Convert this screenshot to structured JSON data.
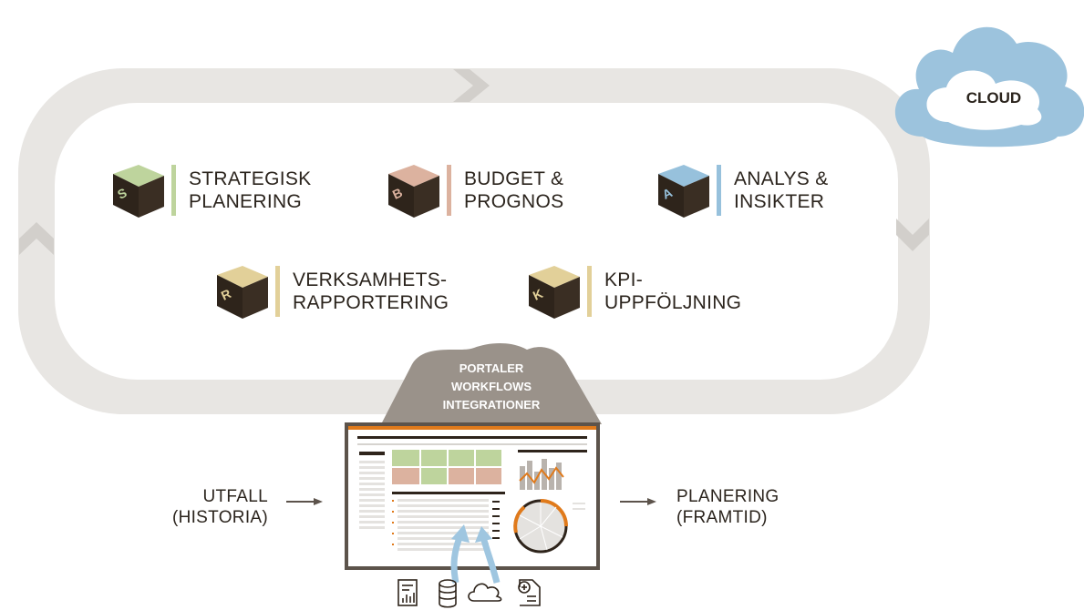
{
  "cloud": {
    "label": "CLOUD",
    "color": "#9cc3dd"
  },
  "cycle": {
    "color": "#e8e6e3",
    "arrow_color": "#d2cfcb"
  },
  "portal": {
    "lines": [
      "PORTALER",
      "WORKFLOWS",
      "INTEGRATIONER"
    ],
    "color": "#9a928a"
  },
  "modules": [
    {
      "letter": "S",
      "lines": [
        "STRATEGISK",
        "PLANERING"
      ],
      "color": "#bed49d"
    },
    {
      "letter": "B",
      "lines": [
        "BUDGET &",
        "PROGNOS"
      ],
      "color": "#dcb29f"
    },
    {
      "letter": "A",
      "lines": [
        "ANALYS &",
        "INSIKTER"
      ],
      "color": "#97c1dc"
    },
    {
      "letter": "R",
      "lines": [
        "VERKSAMHETS-",
        "RAPPORTERING"
      ],
      "color": "#e2d099"
    },
    {
      "letter": "K",
      "lines": [
        "KPI-",
        "UPPFÖLJNING"
      ],
      "color": "#e2d099"
    }
  ],
  "flow": {
    "input_lines": [
      "UTFALL",
      "(HISTORIA)"
    ],
    "output_lines": [
      "PLANERING",
      "(FRAMTID)"
    ]
  },
  "colors": {
    "dark": "#2e241b",
    "accent": "#e07a1b",
    "frame": "#5c534b",
    "sky_arrow": "#9fc6e0"
  },
  "source_icons": [
    "report-icon",
    "database-icon",
    "cloud-icon",
    "document-add-icon"
  ]
}
